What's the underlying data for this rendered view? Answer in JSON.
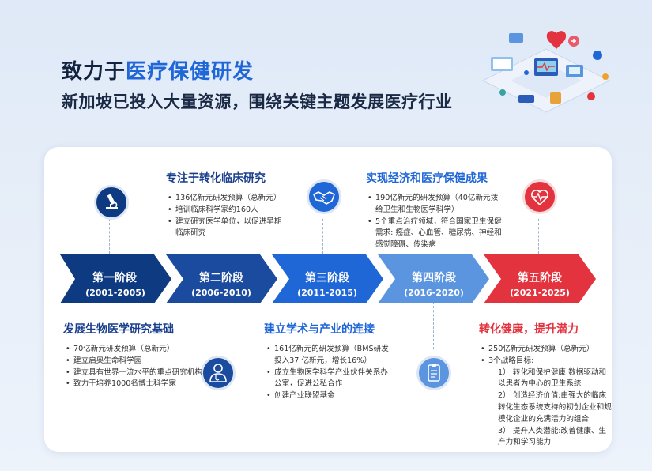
{
  "header": {
    "title_prefix": "致力于",
    "title_highlight": "医疗保健研发",
    "subtitle": "新加坡已投入大量资源，围绕关键主题发展医疗行业"
  },
  "colors": {
    "navy": "#0e3a82",
    "dark_blue": "#1a4b9e",
    "blue": "#1f66d6",
    "light_blue": "#5b95e0",
    "red": "#e3333f"
  },
  "stages": [
    {
      "label": "第一阶段",
      "years": "(2001-2005)",
      "color": "#0e3a82",
      "icon": "microscope-icon",
      "heading": "发展生物医学研究基础",
      "bullets": [
        "70亿新元研发预算（总新元）",
        "建立启奥生命科学园",
        "建立具有世界一流水平的重点研究机构",
        "致力于培养1000名博士科学家"
      ]
    },
    {
      "label": "第二阶段",
      "years": "(2006-2010)",
      "color": "#1a4b9e",
      "icon": "doctor-icon",
      "heading": "专注于转化临床研究",
      "bullets": [
        "136亿新元研发预算（总新元）",
        "培训临床科学家约160人",
        "建立研究医学单位，以促进早期临床研究"
      ]
    },
    {
      "label": "第三阶段",
      "years": "(2011-2015)",
      "color": "#1f66d6",
      "icon": "handshake-icon",
      "heading": "建立学术与产业的连接",
      "bullets": [
        "161亿新元的研发预算（BMS研发投入37 亿新元，增长16%）",
        "成立生物医学科学产业伙伴关系办公室，促进公私合作",
        "创建产业联盟基金"
      ]
    },
    {
      "label": "第四阶段",
      "years": "(2016-2020)",
      "color": "#5b95e0",
      "icon": "clipboard-icon",
      "heading": "实现经济和医疗保健成果",
      "bullets": [
        "190亿新元的研发预算（40亿新元拨给卫生和生物医学科学）",
        "5个重点治疗领域，符合国家卫生保健需求: 癌症、心血管、糖尿病、神经和感觉障碍、传染病"
      ]
    },
    {
      "label": "第五阶段",
      "years": "(2021-2025)",
      "color": "#e3333f",
      "icon": "heart-pulse-icon",
      "heading": "转化健康，提升潜力",
      "bullets": [
        "250亿新元研发预算（总新元）",
        "3个战略目标:"
      ],
      "sub_items": [
        "1）  转化和保护健康:数据驱动和以患者为中心的卫生系统",
        "2）  创造经济价值:由强大的临床转化生态系统支持的初创企业和规模化企业的充满活力的组合",
        "3）  提升人类潜能:改善健康、生产力和学习能力"
      ]
    }
  ]
}
